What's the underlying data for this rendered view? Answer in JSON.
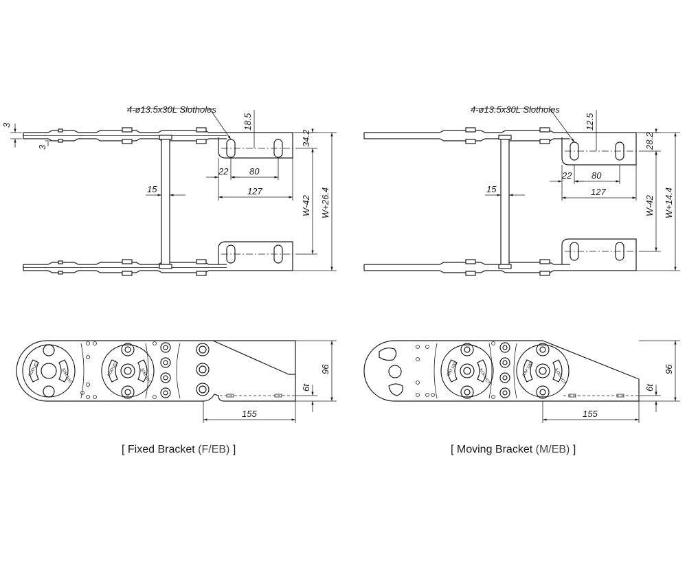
{
  "fixed": {
    "note": "4-ø13.5x30L Slotholes",
    "dims": {
      "a": "3",
      "b": "3",
      "c": "18.5",
      "d": "34.2",
      "e": "22",
      "f": "80",
      "g": "127",
      "h": "15",
      "i": "W-42",
      "j": "W+26.4",
      "k": "96",
      "l": "6t",
      "m": "155"
    },
    "caption_open": "[ Fixed Bracket",
    "caption_code": "(F/EB)",
    "caption_close": "]"
  },
  "moving": {
    "note": "4-ø13.5x30L Slotholes",
    "dims": {
      "c": "12.5",
      "d": "28.2",
      "e": "22",
      "f": "80",
      "g": "127",
      "h": "15",
      "i": "W-42",
      "j": "W+14.4",
      "k": "96",
      "l": "6t",
      "m": "155"
    },
    "caption_open": "[ Moving Bracket",
    "caption_code": "(M/EB)",
    "caption_close": "]"
  },
  "link_marking": {
    "brand": "KODUCT",
    "code": "IDM 100"
  }
}
